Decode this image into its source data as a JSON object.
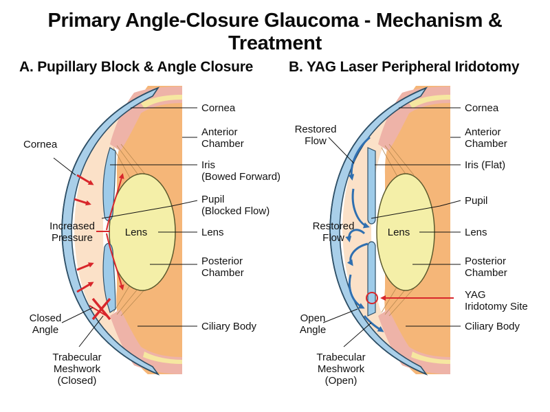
{
  "title": "Primary Angle-Closure Glaucoma - Mechanism & Treatment",
  "panel_a": {
    "heading": "A. Pupillary Block & Angle Closure",
    "labels": {
      "cornea_right": "Cornea",
      "anterior_chamber": [
        "Anterior",
        "Chamber"
      ],
      "iris": [
        "Iris",
        "(Bowed Forward)"
      ],
      "pupil": [
        "Pupil",
        "(Blocked Flow)"
      ],
      "lens_right": "Lens",
      "posterior_chamber": [
        "Posterior",
        "Chamber"
      ],
      "ciliary_body": "Ciliary Body",
      "cornea_left": "Cornea",
      "increased_pressure": [
        "Increased",
        "Pressure"
      ],
      "lens_inside": "Lens",
      "closed_angle": [
        "Closed",
        "Angle"
      ],
      "trabecular": [
        "Trabecular",
        "Meshwork",
        "(Closed)"
      ]
    }
  },
  "panel_b": {
    "heading": "B. YAG Laser Peripheral Iridotomy",
    "labels": {
      "cornea_right": "Cornea",
      "anterior_chamber": [
        "Anterior",
        "Chamber"
      ],
      "iris": "Iris (Flat)",
      "pupil": "Pupil",
      "lens_right": "Lens",
      "posterior_chamber": [
        "Posterior",
        "Chamber"
      ],
      "yag_site": [
        "YAG",
        "Iridotomy Site"
      ],
      "ciliary_body": "Ciliary Body",
      "restored_flow_top": [
        "Restored",
        "Flow"
      ],
      "restored_flow_mid": [
        "Restored",
        "Flow"
      ],
      "lens_inside": "Lens",
      "open_angle": [
        "Open",
        "Angle"
      ],
      "trabecular": [
        "Trabecular",
        "Meshwork",
        "(Open)"
      ]
    }
  },
  "colors": {
    "cornea_blue": "#a9cfe9",
    "cornea_stroke": "#2e4f66",
    "sclera_pink": "#eeb3a8",
    "sclera_yellow": "#f6e7a0",
    "chamber_peach": "#fbe1c8",
    "posterior_orange": "#f5b678",
    "lens_yellow": "#f4efa8",
    "iris_blue": "#9ecbe9",
    "arrow_red": "#d8262b",
    "flow_blue": "#2f6fb0",
    "leader": "#111111"
  }
}
